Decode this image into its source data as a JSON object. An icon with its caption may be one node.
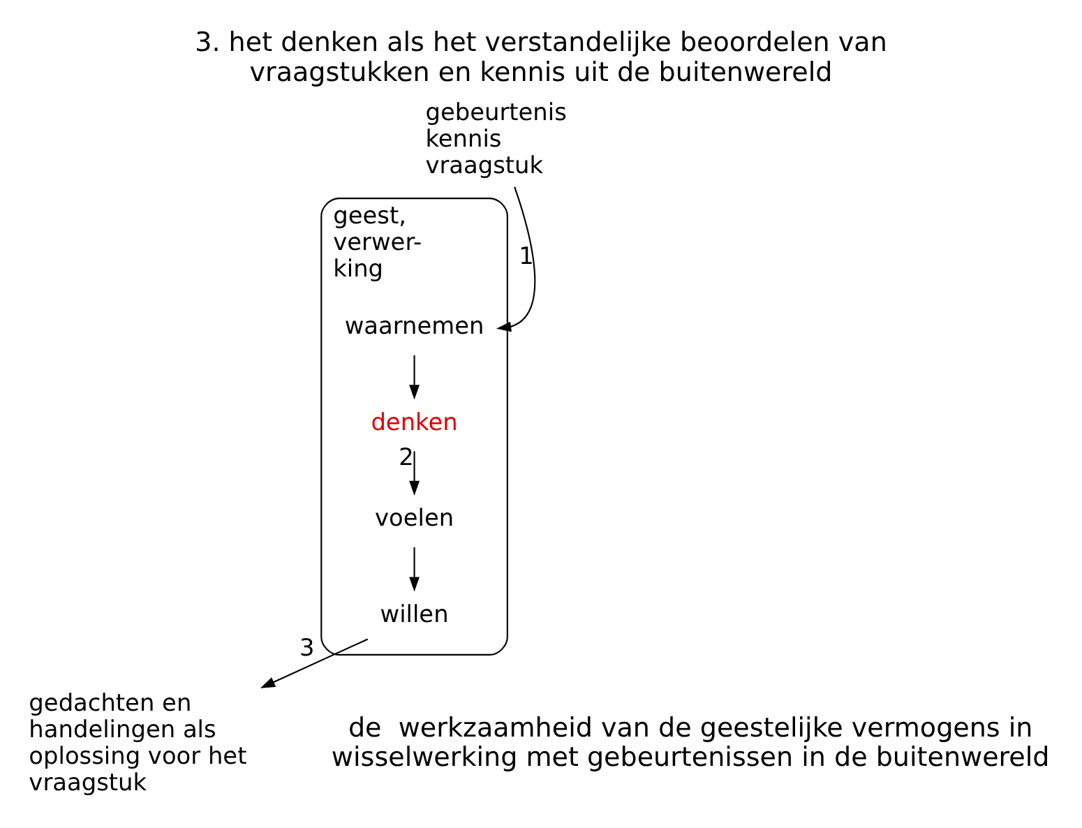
{
  "diagram": {
    "title": "3. het denken als het verstandelijke beoordelen van vraagstukken en kennis uit de buitenwereld",
    "caption": "de  werkzaamheid van de geestelijke vermogens in wisselwerking met gebeurtenissen in de buitenwereld",
    "nodes": [
      {
        "text": [
          "geest, verwer- king"
        ]
      },
      {
        "text": [
          "waarnemen"
        ],
        "in": 0
      },
      {
        "text": [
          "denken"
        ],
        "in": 0
      },
      {
        "text": [
          "voelen"
        ],
        "in": 0
      },
      {
        "text": [
          "willen"
        ],
        "in": 0
      },
      {
        "text": [
          "gebeurtenis kennis vraagstuk"
        ]
      },
      {
        "text": [
          "gedachten en handelingen als oplossing voor het vraagstuk"
        ]
      }
    ],
    "edges": [
      {
        "from": 5,
        "to": 1,
        "arrow": "to",
        "label": "1"
      },
      {
        "from": 1,
        "to": 2,
        "arrow": "to"
      },
      {
        "from": 2,
        "to": 3,
        "arrow": "to",
        "label": "2"
      },
      {
        "from": 3,
        "to": 4,
        "arrow": "to"
      },
      {
        "from": 4,
        "to": 6,
        "arrow": "to",
        "label": "3"
      }
    ]
  }
}
